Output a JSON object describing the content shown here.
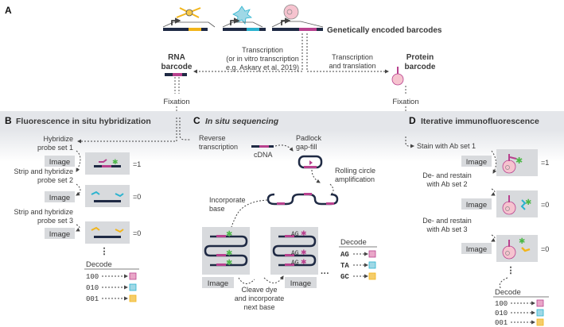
{
  "panels": {
    "a": {
      "letter": "A",
      "genetic_barcodes": "Genetically encoded barcodes",
      "rna_barcode": [
        "RNA",
        "barcode"
      ],
      "protein_barcode": [
        "Protein",
        "barcode"
      ],
      "transcription": [
        "Transcription",
        "(or in vitro transcription",
        "e.g. Askary et al, 2019)"
      ],
      "transcription_translation": [
        "Transcription",
        "and translation"
      ],
      "fixation": "Fixation"
    },
    "b": {
      "letter": "B",
      "title": "Fluorescence in situ hybridization",
      "steps": [
        "Hybridize",
        "probe set 1",
        "Strip and hybridize",
        "probe set 2",
        "Strip and hybridize",
        "probe set 3"
      ],
      "image_label": "Image",
      "results": [
        "=1",
        "=0",
        "=0"
      ],
      "decode_title": "Decode",
      "decode": [
        "100",
        "010",
        "001"
      ],
      "colors": [
        "#e9a6c8",
        "#9fd8e6",
        "#f5cd6a"
      ]
    },
    "c": {
      "letter": "C",
      "title": "In situ sequencing",
      "reverse_transcription": [
        "Reverse",
        "transcription"
      ],
      "cdna": "cDNA",
      "padlock": [
        "Padlock",
        "gap-fill"
      ],
      "rca": [
        "Rolling circle",
        "amplification"
      ],
      "incorporate": [
        "Incorporate",
        "base"
      ],
      "cleave": [
        "Cleave dye",
        "and incorporate",
        "next base"
      ],
      "image_label": "Image",
      "decode_title": "Decode",
      "decode": [
        "AG",
        "TA",
        "GC"
      ],
      "ag_label": "AG",
      "colors": [
        "#e9a6c8",
        "#9fd8e6",
        "#f5cd6a"
      ]
    },
    "d": {
      "letter": "D",
      "title": "Iterative immunofluorescence",
      "steps": [
        "Stain with Ab set 1",
        "De- and restain",
        "with Ab set 2",
        "De- and restain",
        "with Ab set 3"
      ],
      "image_label": "Image",
      "results": [
        "=1",
        "=0",
        "=0"
      ],
      "decode_title": "Decode",
      "decode": [
        "100",
        "010",
        "001"
      ],
      "colors": [
        "#e9a6c8",
        "#9fd8e6",
        "#f5cd6a"
      ]
    }
  },
  "palette": {
    "magenta": "#b8418e",
    "cyan": "#2bb3cf",
    "yellow": "#f2b51a",
    "green": "#4db848",
    "navy": "#1f2a44",
    "panel_bg": "#e4e6ea",
    "image_bg": "#d8dadd"
  }
}
